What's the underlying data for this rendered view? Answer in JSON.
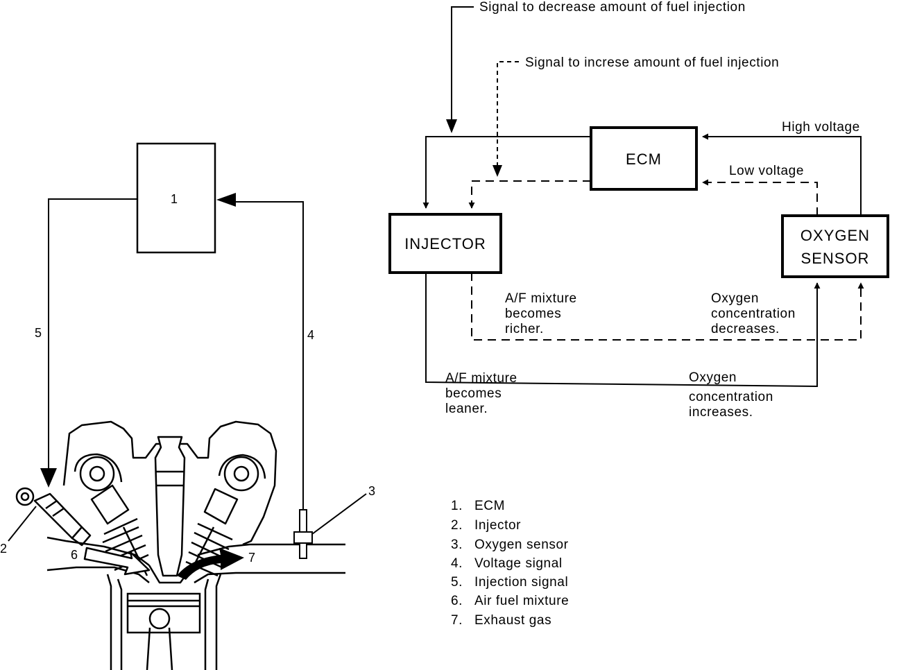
{
  "engine_diagram": {
    "callouts": {
      "c1": "1",
      "c2": "2",
      "c3": "3",
      "c4": "4",
      "c5": "5",
      "c6": "6",
      "c7": "7"
    }
  },
  "flow_diagram": {
    "boxes": {
      "ecm": "ECM",
      "injector": "INJECTOR",
      "oxygen_sensor_line1": "OXYGEN",
      "oxygen_sensor_line2": "SENSOR"
    },
    "labels": {
      "signal_decrease": "Signal to decrease amount of fuel injection",
      "signal_increase": "Signal to increse amount of fuel injection",
      "high_voltage": "High voltage",
      "low_voltage": "Low voltage",
      "richer_line1": "A/F mixture",
      "richer_line2": "becomes",
      "richer_line3": "richer.",
      "o2_decrease_line1": "Oxygen",
      "o2_decrease_line2": "concentration",
      "o2_decrease_line3": "decreases.",
      "leaner_line1": "A/F mixture",
      "leaner_line2": "becomes",
      "leaner_line3": "leaner.",
      "o2_increase_line1": "Oxygen",
      "o2_increase_line2": "concentration",
      "o2_increase_line3": "increases."
    }
  },
  "legend": [
    {
      "num": "1.",
      "text": "ECM"
    },
    {
      "num": "2.",
      "text": "Injector"
    },
    {
      "num": "3.",
      "text": "Oxygen sensor"
    },
    {
      "num": "4.",
      "text": "Voltage signal"
    },
    {
      "num": "5.",
      "text": "Injection signal"
    },
    {
      "num": "6.",
      "text": "Air fuel mixture"
    },
    {
      "num": "7.",
      "text": "Exhaust gas"
    }
  ]
}
